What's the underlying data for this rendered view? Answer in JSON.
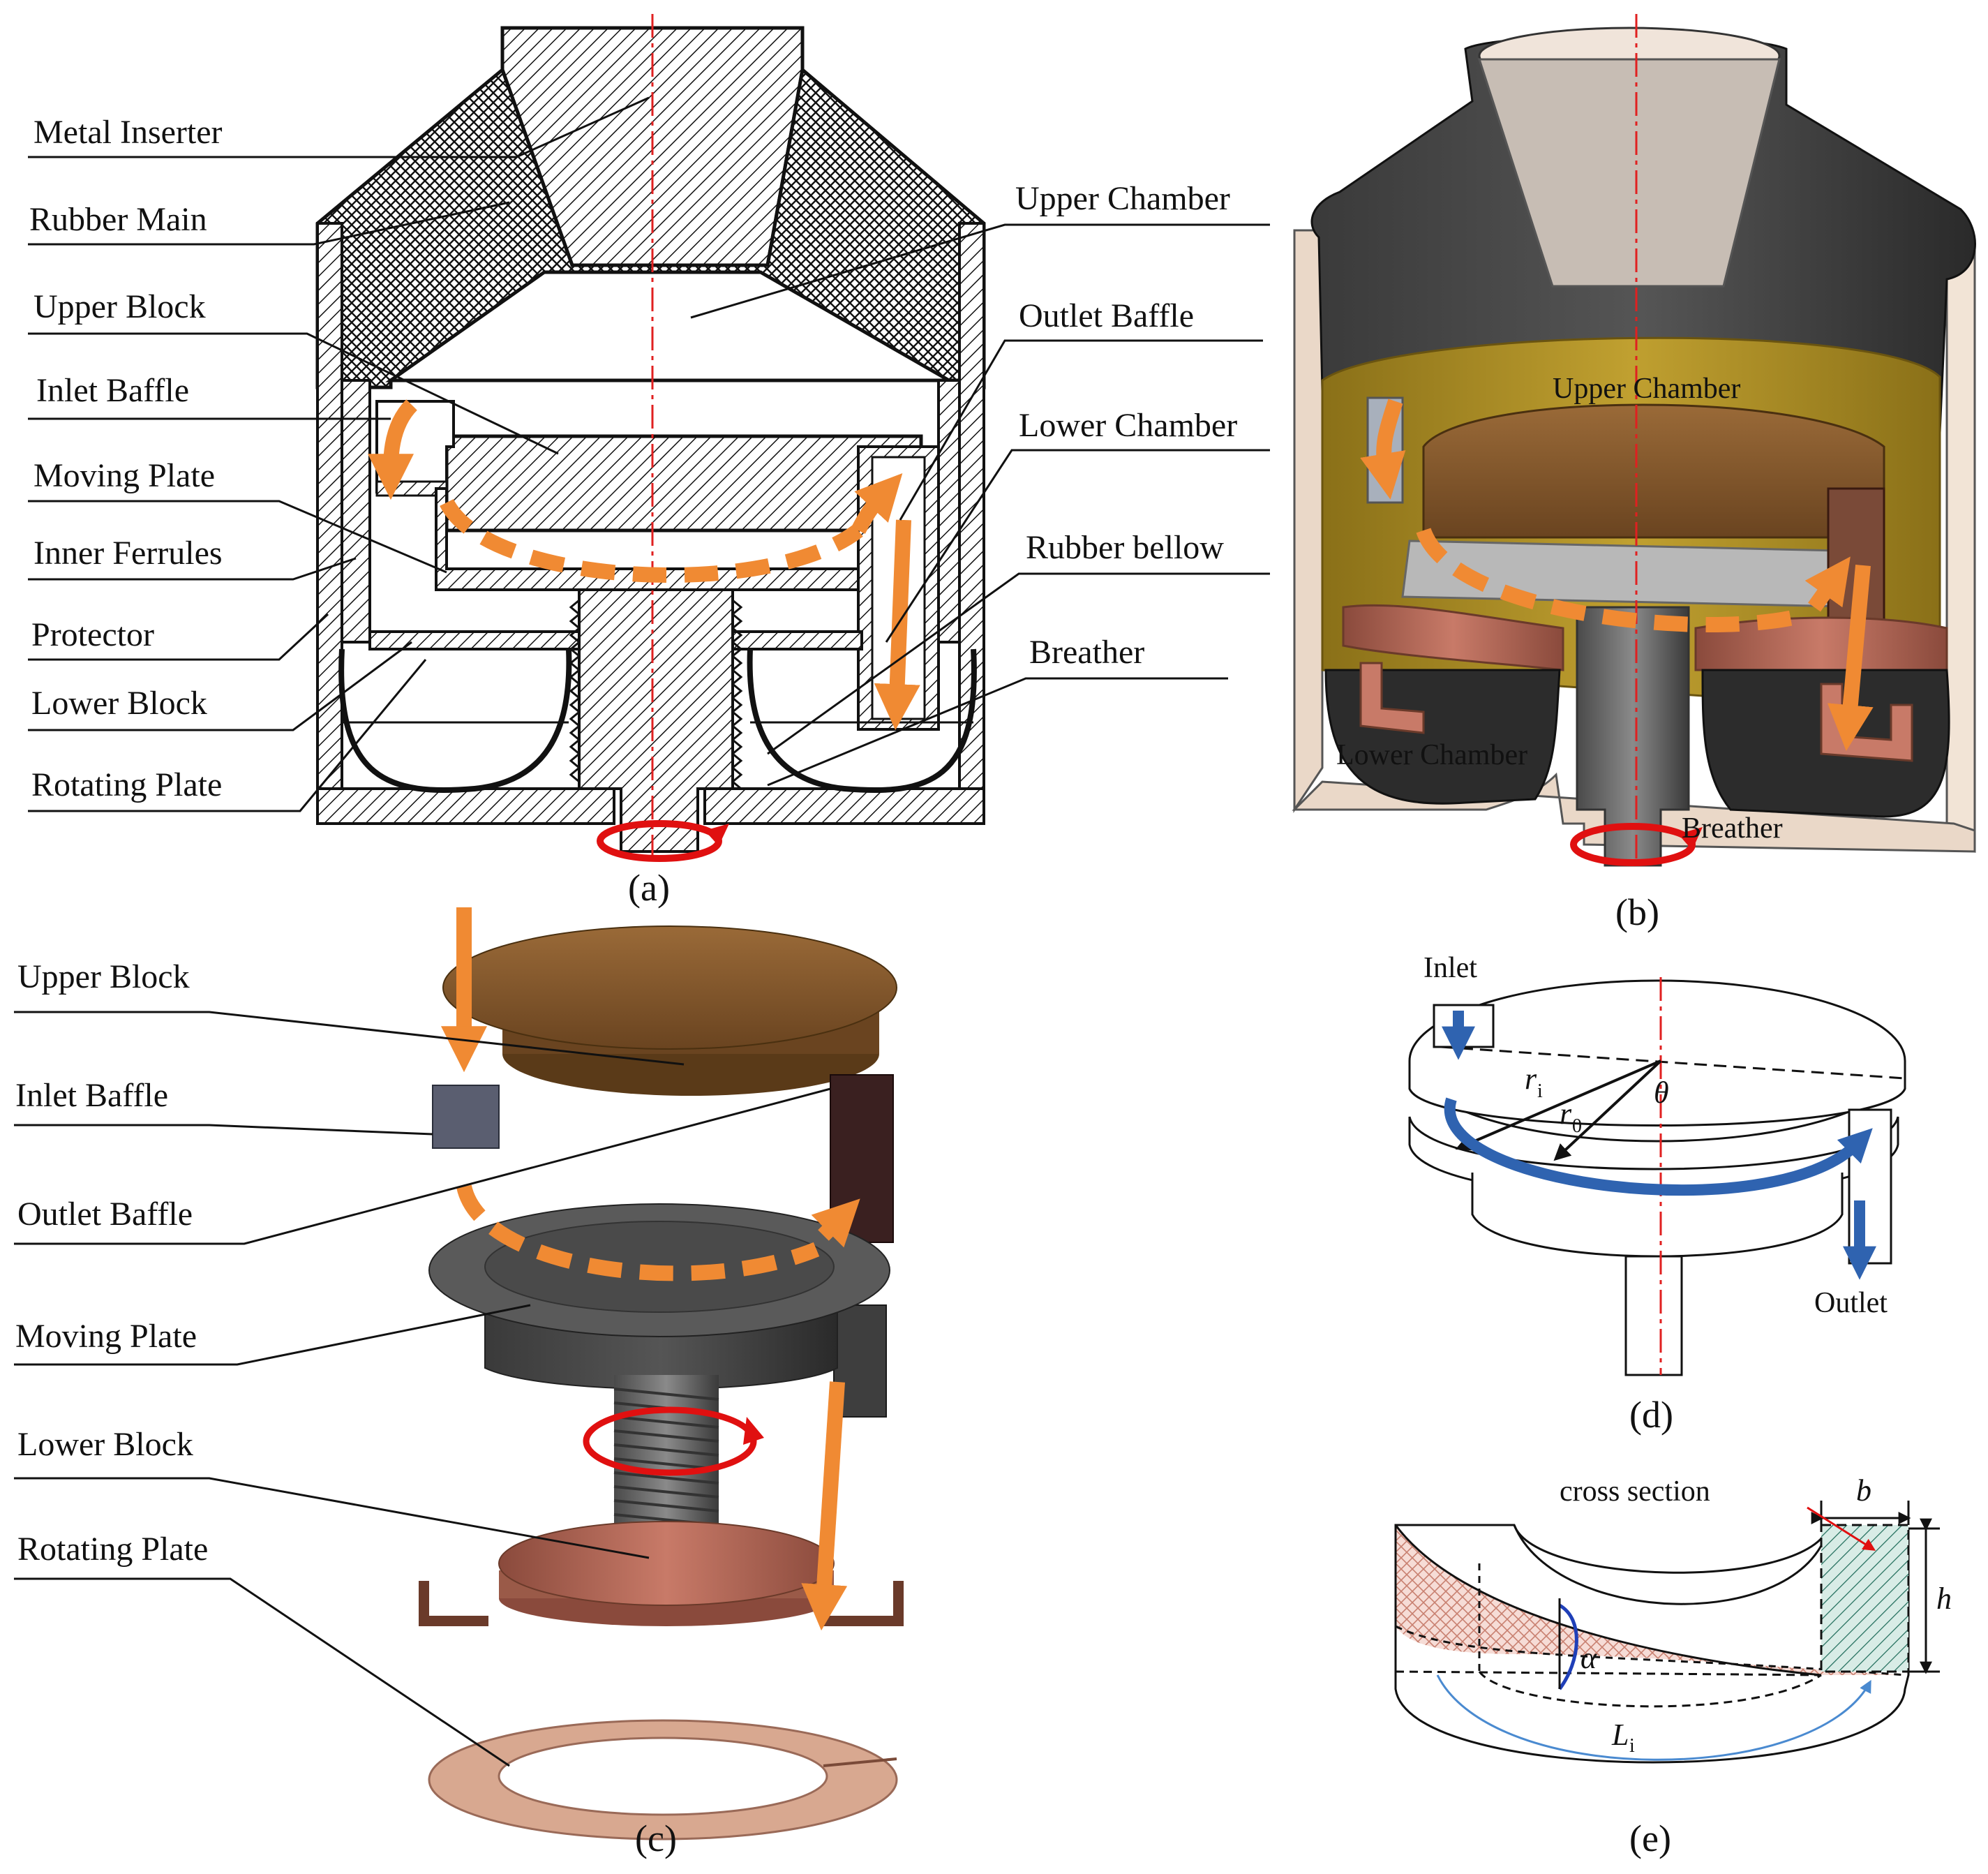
{
  "panel_a": {
    "labels": {
      "metal_inserter": "Metal Inserter",
      "rubber_main": "Rubber Main",
      "upper_block": "Upper Block",
      "inlet_baffle": "Inlet Baffle",
      "moving_plate": "Moving Plate",
      "inner_ferrules": "Inner Ferrules",
      "protector": "Protector",
      "lower_block": "Lower Block",
      "rotating_plate": "Rotating Plate",
      "upper_chamber": "Upper Chamber",
      "outlet_baffle": "Outlet Baffle",
      "lower_chamber": "Lower Chamber",
      "rubber_bellow": "Rubber bellow",
      "breather": "Breather"
    },
    "caption": "(a)"
  },
  "panel_b": {
    "labels": {
      "upper_chamber": "Upper Chamber",
      "lower_chamber": "Lower Chamber",
      "breather": "Breather"
    },
    "caption": "(b)"
  },
  "panel_c": {
    "labels": {
      "upper_block": "Upper Block",
      "inlet_baffle": "Inlet Baffle",
      "outlet_baffle": "Outlet Baffle",
      "moving_plate": "Moving Plate",
      "lower_block": "Lower Block",
      "rotating_plate": "Rotating Plate"
    },
    "caption": "(c)"
  },
  "panel_d": {
    "labels": {
      "inlet": "Inlet",
      "outlet": "Outlet",
      "r_inner": "r",
      "r_inner_sub": "i",
      "r_outer": "r",
      "r_outer_sub": "0",
      "theta": "θ"
    },
    "caption": "(d)"
  },
  "panel_e": {
    "labels": {
      "cross_section": "cross section",
      "b": "b",
      "h": "h",
      "alpha": "α",
      "L": "L",
      "L_sub": "i"
    },
    "caption": "(e)"
  },
  "colors": {
    "flow_orange": "#f08a33",
    "axis_red": "#e02020",
    "rotation_red": "#e01010",
    "flow_blue": "#2f63b0",
    "rubber_dark": "#2a2a2a",
    "protector_tan": "#ead8c8",
    "upper_block_brown": "#7a5228",
    "lower_block_copper": "#b06858",
    "hatch_gold": "#b89a28"
  }
}
